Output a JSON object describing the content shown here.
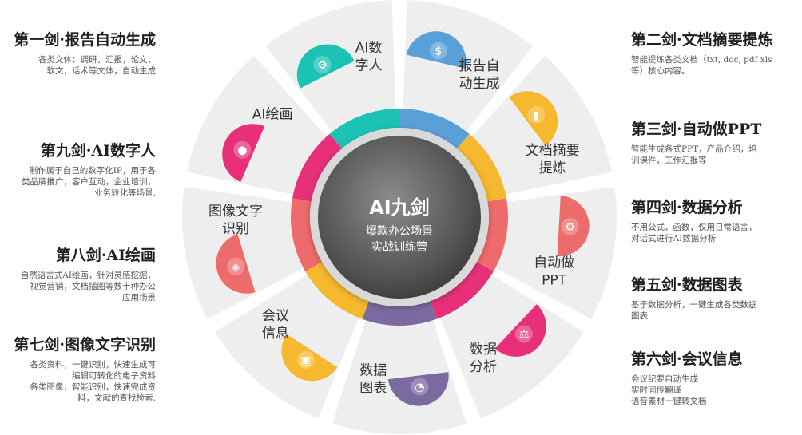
{
  "center": {
    "title": "AI九剑",
    "line1": "爆款办公场景",
    "line2": "实战训练营"
  },
  "segments": [
    {
      "label_lines": [
        "报告自",
        "动生成"
      ],
      "color": "#5aa0d8",
      "icon": "money-bag-icon"
    },
    {
      "label_lines": [
        "文档摘要",
        "提炼"
      ],
      "color": "#f5b82e",
      "icon": "chart-icon"
    },
    {
      "label_lines": [
        "自动做",
        "PPT"
      ],
      "color": "#ee6b6b",
      "icon": "gear-icon"
    },
    {
      "label_lines": [
        "数据",
        "分析"
      ],
      "color": "#e8307a",
      "icon": "gavel-icon"
    },
    {
      "label_lines": [
        "数据",
        "图表"
      ],
      "color": "#7a6aa0",
      "icon": "pie-chart-icon"
    },
    {
      "label_lines": [
        "会议",
        "信息"
      ],
      "color": "#f5b82e",
      "icon": "briefcase-icon"
    },
    {
      "label_lines": [
        "图像文字",
        "识别"
      ],
      "color": "#ee6b6b",
      "icon": "tag-icon"
    },
    {
      "label_lines": [
        "AI绘画"
      ],
      "color": "#e8307a",
      "icon": "user-icon"
    },
    {
      "label_lines": [
        "AI数",
        "字人"
      ],
      "color": "#1cc3b5",
      "icon": "gear-icon"
    }
  ],
  "left_items": [
    {
      "title": "第一剑·报告自动生成",
      "desc": [
        "各类文体：调研，汇报，论文，",
        "软文，话术等文体，自动生成"
      ]
    },
    {
      "title": "第九剑·AI数字人",
      "desc": [
        "制作属于自己的数字化IP，用于各",
        "类品牌推广，客户互动，企业培训，",
        "业务转化等场景."
      ]
    },
    {
      "title": "第八剑·AI绘画",
      "desc": [
        "自然语言式AI绘画，针对灵感挖掘，",
        "视觉营销，文档插图等数十种办公",
        "应用场景"
      ]
    },
    {
      "title": "第七剑·图像文字识别",
      "desc": [
        "各类资料，一键识别，快速生成可",
        "编辑可转化的电子资料",
        "各类图像，智能识别，快速完成资",
        "料，文献的查找检索."
      ]
    }
  ],
  "right_items": [
    {
      "title": "第二剑·文档摘要提炼",
      "desc": [
        "智能提炼各类文档（txt, doc, pdf xls",
        "等）核心内容。"
      ]
    },
    {
      "title": "第三剑·自动做PPT",
      "desc": [
        "智能生成各式PPT，产品介绍，培",
        "训课件，工作汇报等"
      ]
    },
    {
      "title": "第四剑·数据分析",
      "desc": [
        "不用公式，函数，仅用日常语言，",
        "对话式进行AI数据分析"
      ]
    },
    {
      "title": "第五剑·数据图表",
      "desc": [
        "基于数据分析，一键生成各类数据",
        "图表"
      ]
    },
    {
      "title": "第六剑·会议信息",
      "desc": [
        "会议纪要自动生成",
        "实时同传翻译",
        "语音素材一键转文档"
      ]
    }
  ]
}
